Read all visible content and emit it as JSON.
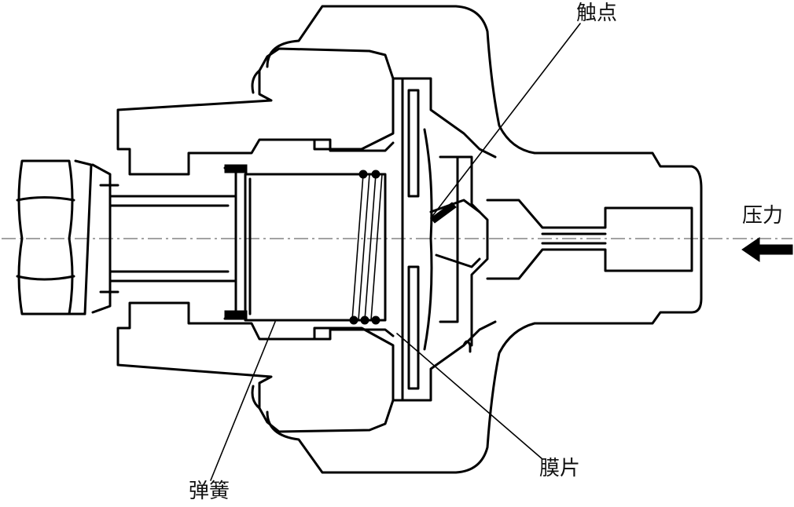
{
  "labels": {
    "contact": "触点",
    "pressure": "压力",
    "diaphragm": "膜片",
    "spring": "弹簧"
  },
  "colors": {
    "line": "#000000",
    "background": "#ffffff"
  },
  "icons": {
    "pressure_direction": "arrow-left-icon"
  }
}
